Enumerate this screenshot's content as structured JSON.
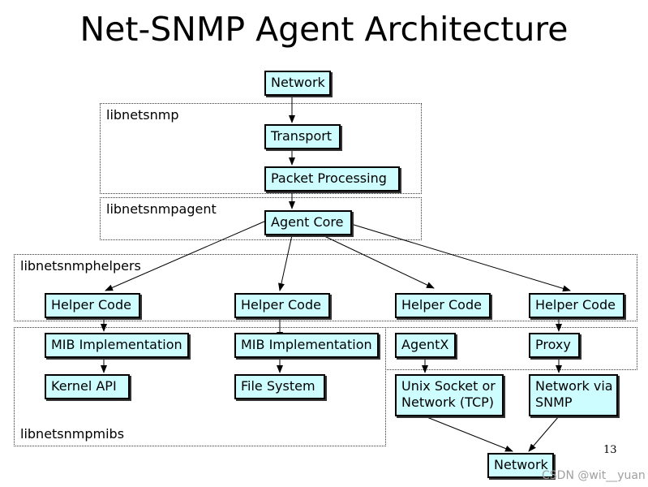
{
  "title": "Net-SNMP Agent Architecture",
  "groups": {
    "libnetsnmp": "libnetsnmp",
    "libnetsnmpagent": "libnetsnmpagent",
    "libnetsnmphelpers": "libnetsnmphelpers",
    "libnetsnmpmibs": "libnetsnmpmibs"
  },
  "nodes": {
    "network_top": "Network",
    "transport": "Transport",
    "packet_processing": "Packet Processing",
    "agent_core": "Agent Core",
    "helper_code_1": "Helper Code",
    "helper_code_2": "Helper Code",
    "helper_code_3": "Helper Code",
    "helper_code_4": "Helper Code",
    "mib_impl_1": "MIB Implementation",
    "mib_impl_2": "MIB Implementation",
    "agentx": "AgentX",
    "proxy": "Proxy",
    "kernel_api": "Kernel API",
    "file_system": "File System",
    "unix_socket_line1": "Unix Socket or",
    "unix_socket_line2": "Network (TCP)",
    "network_snmp_line1": "Network via",
    "network_snmp_line2": "SNMP",
    "network_bottom": "Network"
  },
  "page_number": "13",
  "watermark": "CSDN @wit__yuan"
}
